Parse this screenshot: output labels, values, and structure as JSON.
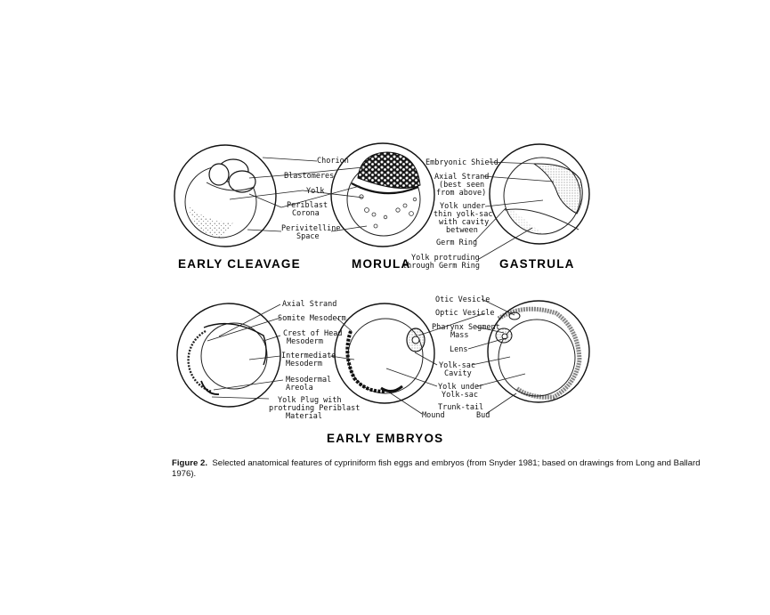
{
  "stages": {
    "early_cleavage": "EARLY CLEAVAGE",
    "morula": "MORULA",
    "gastrula": "GASTRULA",
    "early_embryos": "EARLY EMBRYOS"
  },
  "labels_top_left": {
    "chorion": "Chorion",
    "blastomeres": "Blastomeres",
    "yolk": "Yolk",
    "periblast_l1": "Periblast",
    "periblast_l2": "Corona",
    "perivitelline_l1": "Perivitelline",
    "perivitelline_l2": "Space"
  },
  "labels_top_right": {
    "embryonic_shield": "Embryonic Shield",
    "axial_l1": "Axial Strand",
    "axial_l2": "(best seen",
    "axial_l3": "from above)",
    "yolk_under_l1": "Yolk under",
    "yolk_under_l2": "thin yolk-sac",
    "yolk_under_l3": "with cavity",
    "yolk_under_l4": "between",
    "germ_ring": "Germ Ring",
    "yolk_protruding_l1": "Yolk protruding",
    "yolk_protruding_l2": "through Germ Ring"
  },
  "labels_bottom_left": {
    "axial_strand": "Axial Strand",
    "somite": "Somite Mesoderm",
    "crest_l1": "Crest of Head",
    "crest_l2": "Mesoderm",
    "intermediate_l1": "Intermediate",
    "intermediate_l2": "Mesoderm",
    "mesodermal_l1": "Mesodermal",
    "mesodermal_l2": "Areola",
    "yolk_plug_l1": "Yolk Plug with",
    "yolk_plug_l2": "protruding Periblast",
    "yolk_plug_l3": "Material"
  },
  "labels_bottom_right": {
    "otic": "Otic Vesicle",
    "optic": "Optic Vesicle",
    "pharynx_l1": "Pharynx Segment",
    "pharynx_l2": "Mass",
    "lens": "Lens",
    "yolksac_cavity_l1": "Yolk-sac",
    "yolksac_cavity_l2": "Cavity",
    "yolk_under_l1": "Yolk under",
    "yolk_under_l2": "Yolk-sac",
    "trunk_tail_l1": "Trunk-tail",
    "trunk_tail_mound": "Mound",
    "trunk_tail_bud": "Bud"
  },
  "caption": {
    "figure": "Figure 2.",
    "text": "Selected anatomical features of cypriniform fish eggs and embryos (from Snyder 1981; based on drawings from Long and Ballard 1976)."
  }
}
